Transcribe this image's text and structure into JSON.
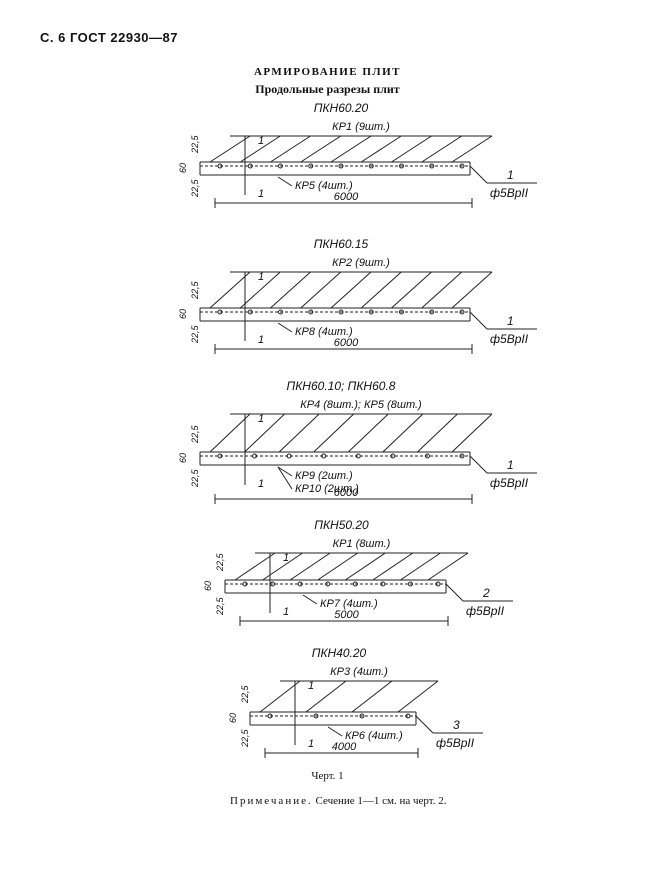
{
  "header": {
    "page_ref": "С. 6 ГОСТ 22930—87"
  },
  "titles": {
    "main": "АРМИРОВАНИЕ ПЛИТ",
    "sub": "Продольные разрезы плит"
  },
  "sections": [
    {
      "name": "ПКН60.20",
      "top_label": "КР1 (9шт.)",
      "bottom_labels": [
        "КР5 (4шт.)"
      ],
      "length": "6000",
      "dims": [
        "22,5",
        "60",
        "22,5"
      ],
      "bar_index": "1",
      "bar": "ф5ВрII",
      "cut": "1"
    },
    {
      "name": "ПКН60.15",
      "top_label": "КР2 (9шт.)",
      "bottom_labels": [
        "КР8 (4шт.)"
      ],
      "length": "6000",
      "dims": [
        "22,5",
        "60",
        "22,5"
      ],
      "bar_index": "1",
      "bar": "ф5ВрII",
      "cut": "1"
    },
    {
      "name": "ПКН60.10; ПКН60.8",
      "top_label": "КР4 (8шт.); КР5 (8шт.)",
      "bottom_labels": [
        "КР9 (2шт.)",
        "КР10 (2шт.)"
      ],
      "length": "6000",
      "dims": [
        "22,5",
        "60",
        "22,5"
      ],
      "bar_index": "1",
      "bar": "ф5ВрII",
      "cut": "1"
    },
    {
      "name": "ПКН50.20",
      "top_label": "КР1 (8шт.)",
      "bottom_labels": [
        "КР7 (4шт.)"
      ],
      "length": "5000",
      "dims": [
        "22,5",
        "60",
        "22,5"
      ],
      "bar_index": "2",
      "bar": "ф5ВрII",
      "cut": "1"
    },
    {
      "name": "ПКН40.20",
      "top_label": "КР3 (4шт.)",
      "bottom_labels": [
        "КР6 (4шт.)"
      ],
      "length": "4000",
      "dims": [
        "22,5",
        "60",
        "22,5"
      ],
      "bar_index": "3",
      "bar": "ф5ВрII",
      "cut": "1"
    }
  ],
  "caption": "Черт. 1",
  "note": {
    "label": "Примечание.",
    "text": "Сечение 1—1 см. на черт. 2."
  }
}
